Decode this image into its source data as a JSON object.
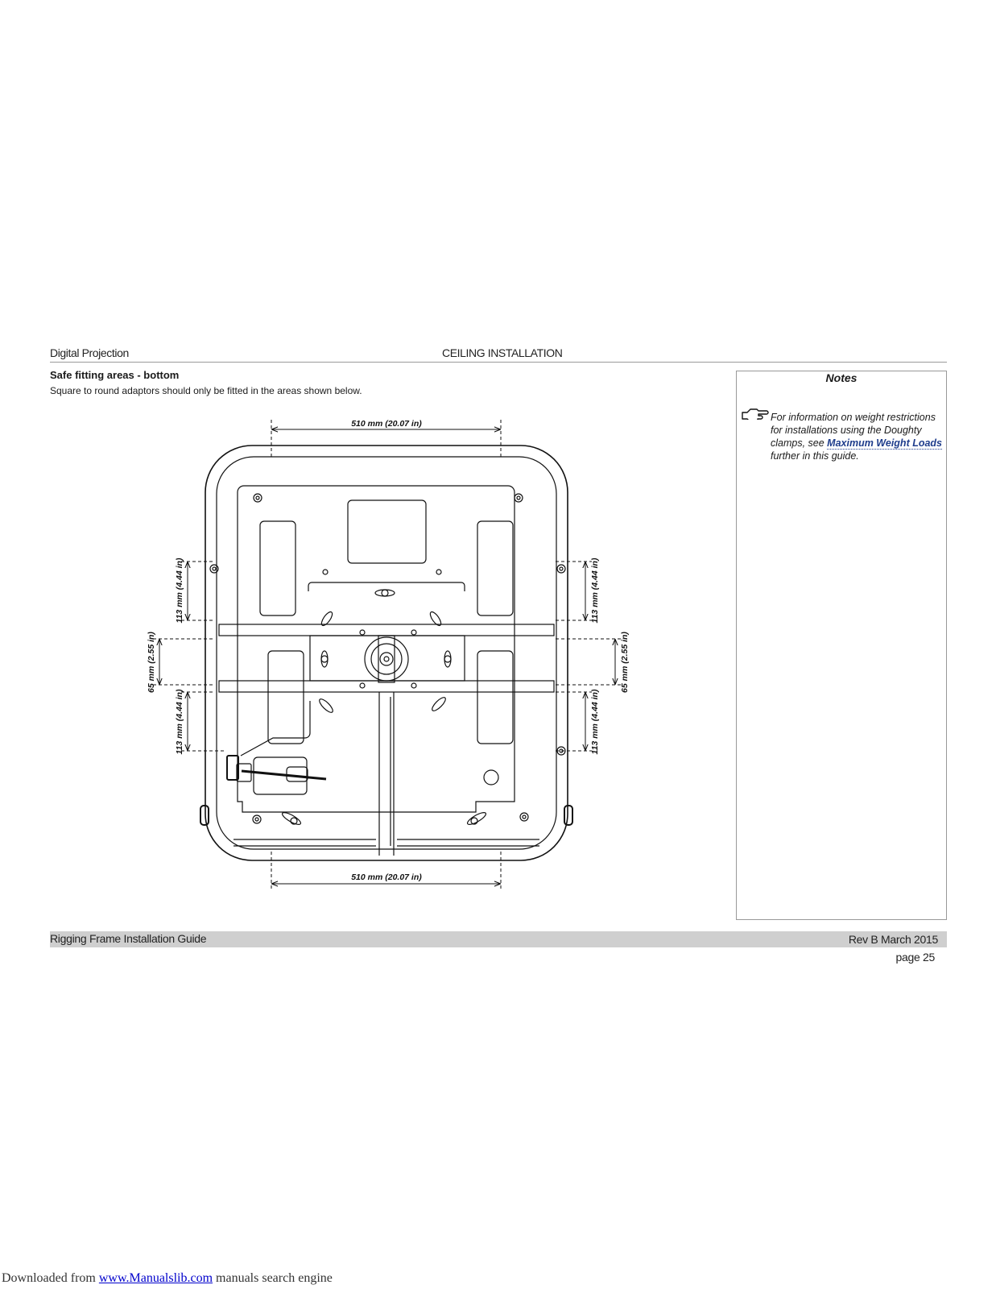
{
  "header": {
    "brand": "Digital Projection",
    "section": "CEILING INSTALLATION"
  },
  "content": {
    "heading": "Safe fitting areas - bottom",
    "intro": "Square to round adaptors should only be fitted in the areas shown below."
  },
  "diagram": {
    "top_dim": "510 mm (20.07 in)",
    "bottom_dim": "510 mm (20.07 in)",
    "left_upper_dim": "113 mm (4.44 in)",
    "left_middle_dim": "65 mm (2.55 in)",
    "left_lower_dim": "113 mm (4.44 in)",
    "right_upper_dim": "113 mm (4.44 in)",
    "right_middle_dim": "65 mm (2.55 in)",
    "right_lower_dim": "113 mm (4.44 in)"
  },
  "notes": {
    "title": "Notes",
    "icon": "pointing-hand-icon",
    "text_before": "For information on weight restrictions for installations using the Doughty clamps, see ",
    "link": "Maximum Weight Loads",
    "text_after": " further in this guide."
  },
  "footer": {
    "guide_title": "Rigging Frame Installation Guide",
    "revision": "Rev B March 2015",
    "page": "page 25"
  },
  "download": {
    "prefix": "Downloaded from ",
    "link": "www.Manualslib.com",
    "suffix": "  manuals search engine"
  }
}
